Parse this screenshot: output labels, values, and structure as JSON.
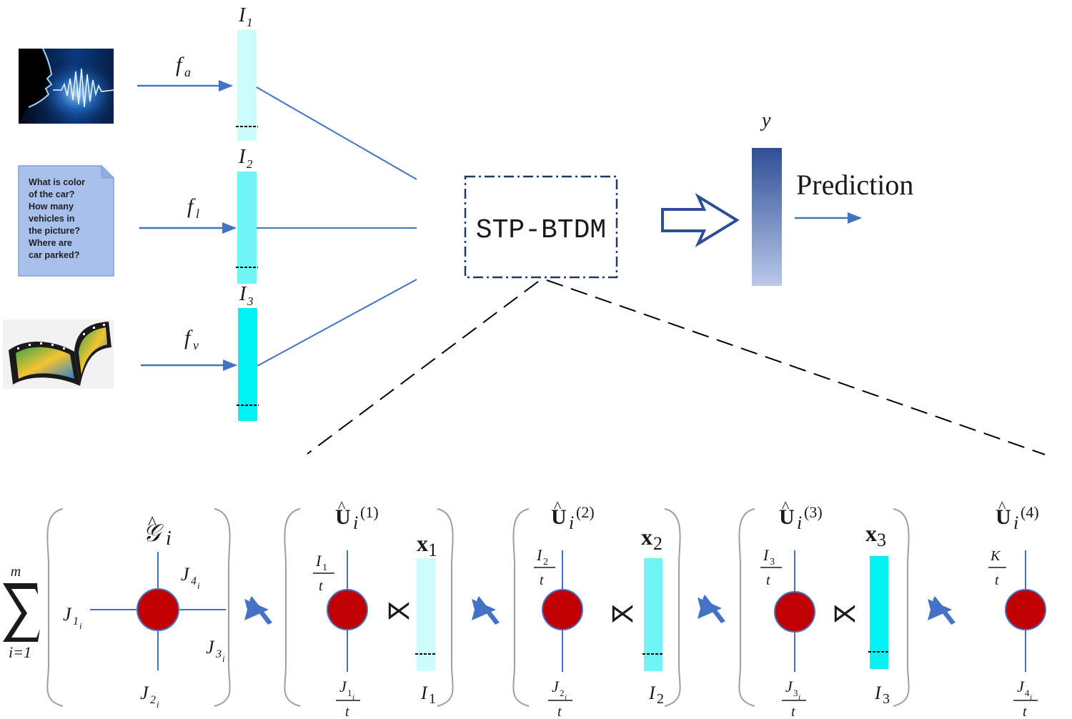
{
  "top": {
    "modalities": [
      {
        "func": "f",
        "func_sub": "a",
        "feature": "I",
        "feature_sub": "1",
        "bar_color": "#ccfcfc"
      },
      {
        "func": "f",
        "func_sub": "l",
        "feature": "I",
        "feature_sub": "2",
        "bar_color": "#6ff5f5"
      },
      {
        "func": "f",
        "func_sub": "v",
        "feature": "I",
        "feature_sub": "3",
        "bar_color": "#00f2f2"
      }
    ],
    "text_note_lines": [
      "What is color",
      "of the car?",
      "How many",
      "vehicles in",
      "the picture?",
      "Where are",
      "car parked?"
    ],
    "model_label": "STP-BTDM",
    "output_label": "y",
    "prediction_label": "Prediction",
    "output_bar_colors": {
      "top": "#2e4e95",
      "bottom": "#b9c9ea"
    }
  },
  "bottom": {
    "sum_upper": "m",
    "sum_lower": "i=1",
    "core": {
      "label": "G",
      "label_index": "i",
      "legs": [
        "J1i",
        "J2i",
        "J3i",
        "J4i"
      ]
    },
    "factors": [
      {
        "superscript": "(1)",
        "x_label": "x",
        "x_index": "1",
        "top_num": "I1",
        "top_den": "t",
        "bottom_num": "J1i",
        "bottom_den": "t",
        "side_label": "I1",
        "bar_color": "#ccfcfc"
      },
      {
        "superscript": "(2)",
        "x_label": "x",
        "x_index": "2",
        "top_num": "I2",
        "top_den": "t",
        "bottom_num": "J2i",
        "bottom_den": "t",
        "side_label": "I2",
        "bar_color": "#6ff5f5"
      },
      {
        "superscript": "(3)",
        "x_label": "x",
        "x_index": "3",
        "top_num": "I3",
        "top_den": "t",
        "bottom_num": "J3i",
        "bottom_den": "t",
        "side_label": "I3",
        "bar_color": "#00f2f2"
      },
      {
        "superscript": "(4)",
        "top_num": "K",
        "top_den": "t",
        "bottom_num": "J4i",
        "bottom_den": "t"
      }
    ],
    "colors": {
      "node": "#c00000",
      "line": "#4472c4",
      "stp_symbol": "#4472c4"
    }
  }
}
